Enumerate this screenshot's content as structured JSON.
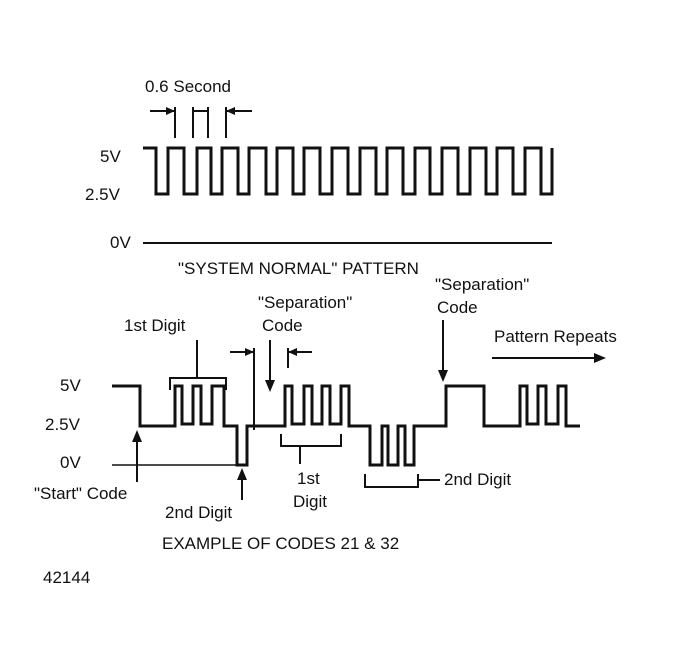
{
  "top_diagram": {
    "timing_label": "0.6 Second",
    "level_5v": "5V",
    "level_2_5v": "2.5V",
    "level_0v": "0V",
    "caption": "\"SYSTEM NORMAL\" PATTERN"
  },
  "bottom_diagram": {
    "first_digit_label": "1st Digit",
    "separation_label_1_line1": "\"Separation\"",
    "separation_label_1_line2": "Code",
    "separation_label_2_line1": "\"Separation\"",
    "separation_label_2_line2": "Code",
    "pattern_repeats": "Pattern Repeats",
    "level_5v": "5V",
    "level_2_5v": "2.5V",
    "level_0v": "0V",
    "start_code": "\"Start\" Code",
    "second_digit_label": "2nd Digit",
    "first_digit_b_line1": "1st",
    "first_digit_b_line2": "Digit",
    "second_digit_b_label": "2nd Digit",
    "caption": "EXAMPLE OF CODES 21 & 32"
  },
  "figure_number": "42144",
  "colors": {
    "ink": "#111111",
    "background": "#ffffff"
  }
}
